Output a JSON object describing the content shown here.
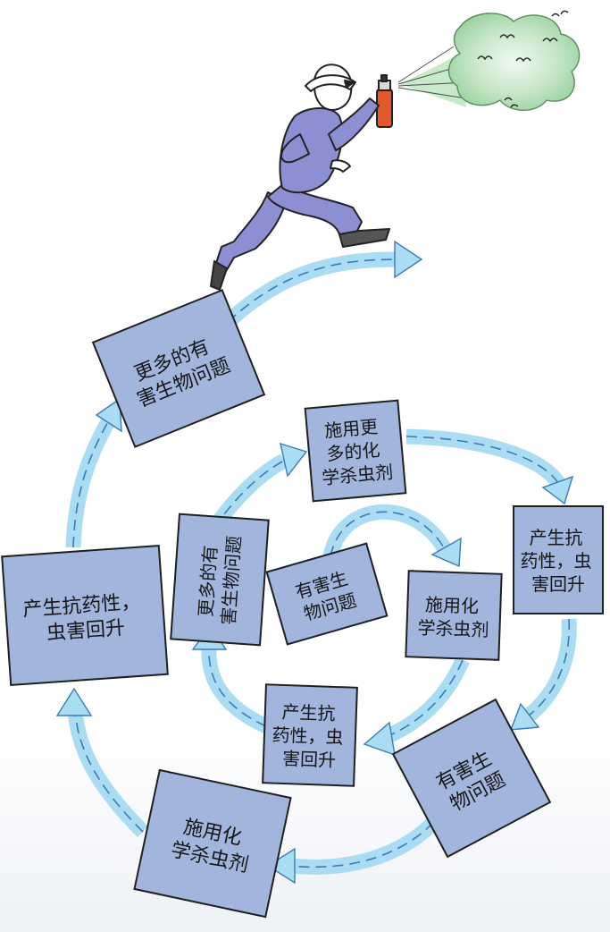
{
  "colors": {
    "box_fill": "#a2b6dd",
    "box_border": "#1f1f1f",
    "arrow": "#aadcf3",
    "arrow_dash": "#3c7bb3",
    "spray_cloud": "#a4d6a8",
    "spray_can": "#e2582b",
    "overalls": "#8c8fd2"
  },
  "icons": [
    "spraying-farmer-icon",
    "spray-can-icon",
    "insect-icon"
  ],
  "boxes": {
    "outer_harm": "有害生\n物问题",
    "outer_spray": "施用化\n学杀虫剂",
    "outer_resist": "产生抗药性，\n虫害回升",
    "outer_more_pest": "更多的有\n害生物问题",
    "mid_more_chem": "施用更\n多的化\n学杀虫剂",
    "mid_resist": "产生抗\n药性，虫\n害回升",
    "mid_more_pest": "更多的有\n害生物问题",
    "inner_harm": "有害生\n物问题",
    "inner_spray": "施用化\n学杀虫剂",
    "inner_resist": "产生抗\n药性，虫\n害回升"
  }
}
